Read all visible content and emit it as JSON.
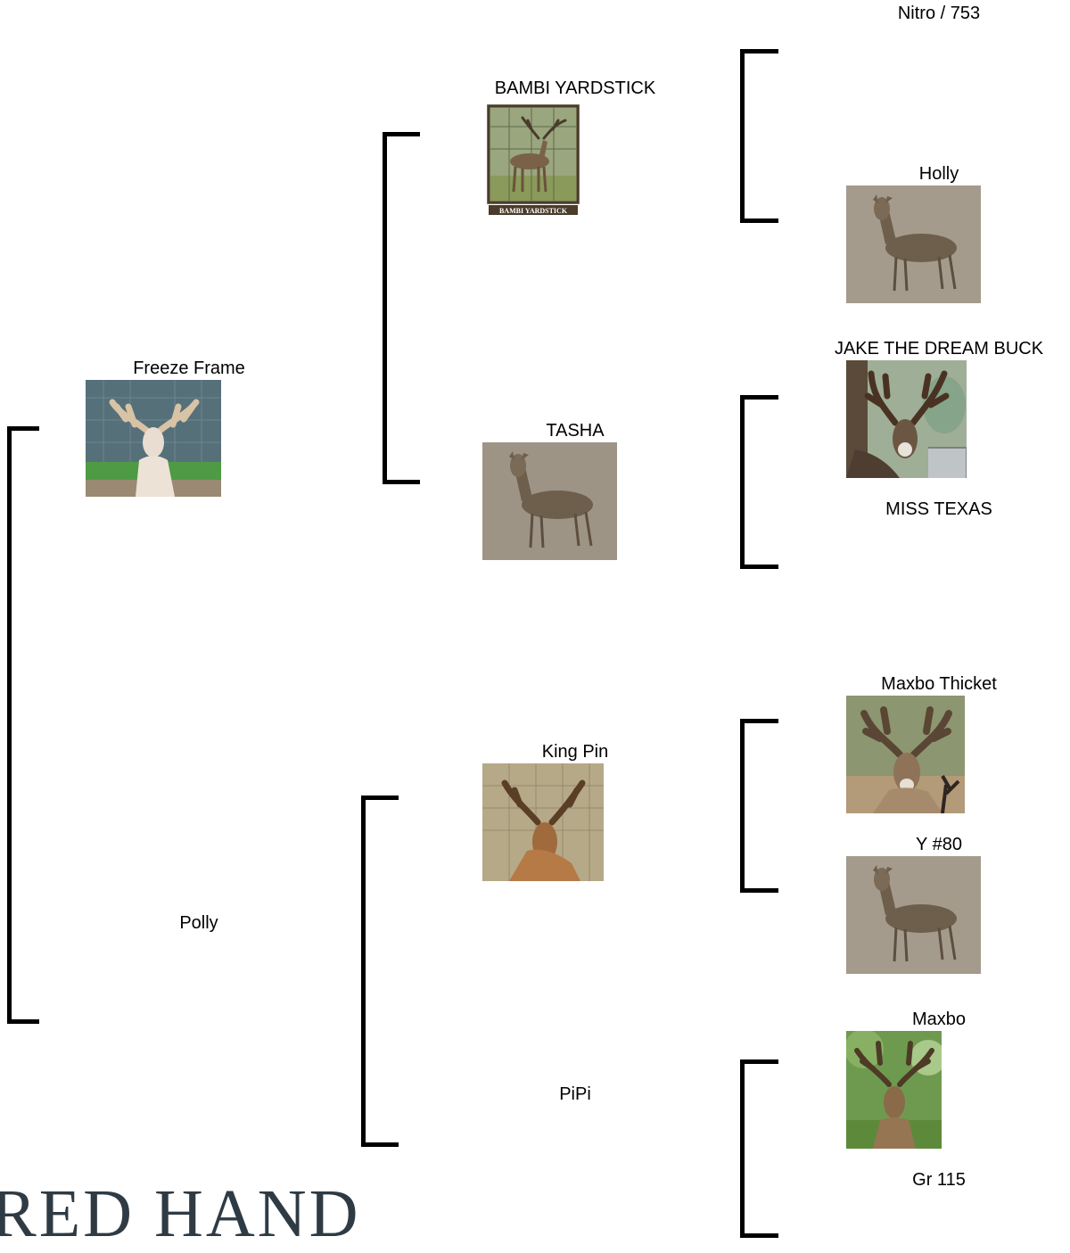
{
  "pedigree": {
    "subject": {
      "name": "Freeze Frame",
      "photo": "deer-buck-velvet-photo"
    },
    "sire": {
      "name": "BAMBI YARDSTICK",
      "photo": "deer-buck-fence-photo",
      "caption": "BAMBI YARDSTICK"
    },
    "dam": {
      "name": "Polly"
    },
    "sire_sire": {
      "name": "Nitro / 753"
    },
    "sire_dam": {
      "name": "TASHA",
      "photo": "doe-photo"
    },
    "sire_sire_sire": {
      "name": "Holly",
      "photo": "doe-photo"
    },
    "sire_dam_sire": {
      "name": "JAKE THE DREAM BUCK",
      "photo": "deer-buck-cactus-photo"
    },
    "sire_dam_dam": {
      "name": "MISS TEXAS"
    },
    "dam_sire": {
      "name": "King Pin",
      "photo": "deer-buck-fence-photo"
    },
    "dam_dam": {
      "name": "PiPi"
    },
    "dam_sire_sire": {
      "name": "Maxbo Thicket",
      "photo": "deer-buck-velvet-photo"
    },
    "dam_sire_dam": {
      "name": "Y #80",
      "photo": "doe-photo"
    },
    "dam_dam_sire": {
      "name": "Maxbo",
      "photo": "deer-buck-green-photo"
    },
    "dam_dam_dam": {
      "name": "Gr 115"
    }
  },
  "logo": {
    "text": "RED HAND"
  }
}
